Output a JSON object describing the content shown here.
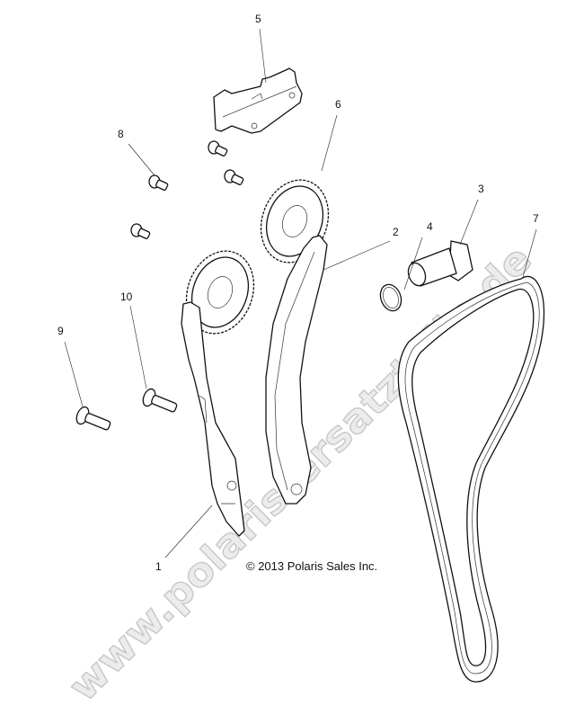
{
  "diagram": {
    "callouts": [
      {
        "id": "1",
        "label": "1"
      },
      {
        "id": "2",
        "label": "2"
      },
      {
        "id": "3",
        "label": "3"
      },
      {
        "id": "4",
        "label": "4"
      },
      {
        "id": "5",
        "label": "5"
      },
      {
        "id": "6",
        "label": "6"
      },
      {
        "id": "7",
        "label": "7"
      },
      {
        "id": "8",
        "label": "8"
      },
      {
        "id": "9",
        "label": "9"
      },
      {
        "id": "10",
        "label": "10"
      }
    ],
    "copyright": "© 2013 Polaris Sales Inc.",
    "watermark": "www.polaris-ersatzteile.de"
  }
}
